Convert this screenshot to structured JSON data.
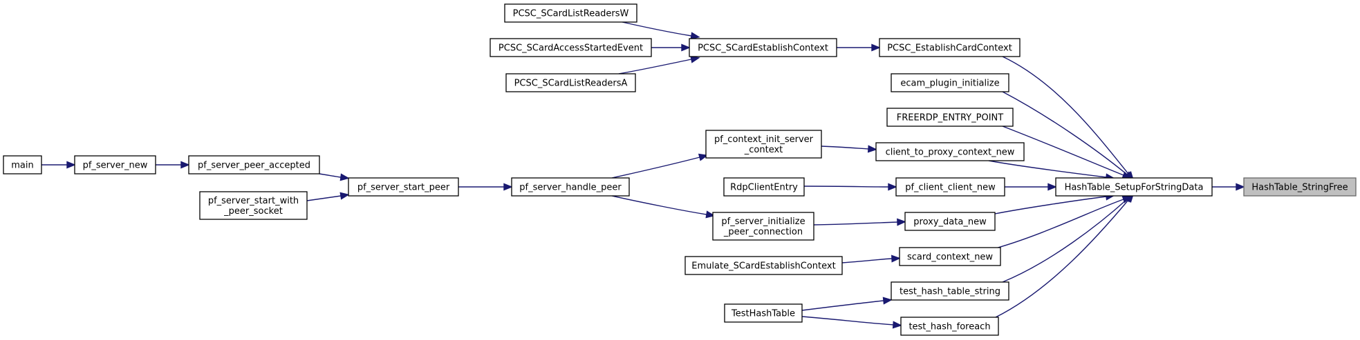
{
  "colors": {
    "edge": "#191970",
    "node_border": "#000000",
    "node_fill": "#ffffff",
    "focus_fill": "#bfbfbf",
    "focus_border": "#666666"
  },
  "graph": {
    "focus": "hashtable-stringfree",
    "nodes": [
      {
        "id": "hashtable-stringfree",
        "lines": [
          "HashTable_StringFree"
        ]
      },
      {
        "id": "hashtable-setupforstringdata",
        "lines": [
          "HashTable_SetupForStringData"
        ]
      },
      {
        "id": "pcsc-establishcardcontext",
        "lines": [
          "PCSC_EstablishCardContext"
        ]
      },
      {
        "id": "ecam-plugin-initialize",
        "lines": [
          "ecam_plugin_initialize"
        ]
      },
      {
        "id": "freerdp-entry-point",
        "lines": [
          "FREERDP_ENTRY_POINT"
        ]
      },
      {
        "id": "client-to-proxy-context-new",
        "lines": [
          "client_to_proxy_context_new"
        ]
      },
      {
        "id": "pf-client-client-new",
        "lines": [
          "pf_client_client_new"
        ]
      },
      {
        "id": "proxy-data-new",
        "lines": [
          "proxy_data_new"
        ]
      },
      {
        "id": "scard-context-new",
        "lines": [
          "scard_context_new"
        ]
      },
      {
        "id": "test-hash-table-string",
        "lines": [
          "test_hash_table_string"
        ]
      },
      {
        "id": "test-hash-foreach",
        "lines": [
          "test_hash_foreach"
        ]
      },
      {
        "id": "pcsc-scardestablishcontext",
        "lines": [
          "PCSC_SCardEstablishContext"
        ]
      },
      {
        "id": "pcsc-scardlistreadersw",
        "lines": [
          "PCSC_SCardListReadersW"
        ]
      },
      {
        "id": "pcsc-scardaccessstartedevent",
        "lines": [
          "PCSC_SCardAccessStartedEvent"
        ]
      },
      {
        "id": "pcsc-scardlistreadersa",
        "lines": [
          "PCSC_SCardListReadersA"
        ]
      },
      {
        "id": "pf-context-init-server-context",
        "lines": [
          "pf_context_init_server",
          "_context"
        ]
      },
      {
        "id": "rdpcliententry",
        "lines": [
          "RdpClientEntry"
        ]
      },
      {
        "id": "pf-server-initialize-peer-connection",
        "lines": [
          "pf_server_initialize",
          "_peer_connection"
        ]
      },
      {
        "id": "emulate-scardestablishcontext",
        "lines": [
          "Emulate_SCardEstablishContext"
        ]
      },
      {
        "id": "testhashtable",
        "lines": [
          "TestHashTable"
        ]
      },
      {
        "id": "pf-server-handle-peer",
        "lines": [
          "pf_server_handle_peer"
        ]
      },
      {
        "id": "pf-server-start-peer",
        "lines": [
          "pf_server_start_peer"
        ]
      },
      {
        "id": "pf-server-peer-accepted",
        "lines": [
          "pf_server_peer_accepted"
        ]
      },
      {
        "id": "pf-server-start-with-peer-socket",
        "lines": [
          "pf_server_start_with",
          "_peer_socket"
        ]
      },
      {
        "id": "pf-server-new",
        "lines": [
          "pf_server_new"
        ]
      },
      {
        "id": "main",
        "lines": [
          "main"
        ]
      }
    ],
    "edges": [
      {
        "from": "hashtable-setupforstringdata",
        "to": "hashtable-stringfree"
      },
      {
        "from": "pcsc-establishcardcontext",
        "to": "hashtable-setupforstringdata"
      },
      {
        "from": "ecam-plugin-initialize",
        "to": "hashtable-setupforstringdata"
      },
      {
        "from": "freerdp-entry-point",
        "to": "hashtable-setupforstringdata"
      },
      {
        "from": "client-to-proxy-context-new",
        "to": "hashtable-setupforstringdata"
      },
      {
        "from": "pf-client-client-new",
        "to": "hashtable-setupforstringdata"
      },
      {
        "from": "proxy-data-new",
        "to": "hashtable-setupforstringdata"
      },
      {
        "from": "scard-context-new",
        "to": "hashtable-setupforstringdata"
      },
      {
        "from": "test-hash-table-string",
        "to": "hashtable-setupforstringdata"
      },
      {
        "from": "test-hash-foreach",
        "to": "hashtable-setupforstringdata"
      },
      {
        "from": "pcsc-scardestablishcontext",
        "to": "pcsc-establishcardcontext"
      },
      {
        "from": "pcsc-scardlistreadersw",
        "to": "pcsc-scardestablishcontext"
      },
      {
        "from": "pcsc-scardaccessstartedevent",
        "to": "pcsc-scardestablishcontext"
      },
      {
        "from": "pcsc-scardlistreadersa",
        "to": "pcsc-scardestablishcontext"
      },
      {
        "from": "pf-context-init-server-context",
        "to": "client-to-proxy-context-new"
      },
      {
        "from": "rdpcliententry",
        "to": "pf-client-client-new"
      },
      {
        "from": "pf-server-initialize-peer-connection",
        "to": "proxy-data-new"
      },
      {
        "from": "emulate-scardestablishcontext",
        "to": "scard-context-new"
      },
      {
        "from": "testhashtable",
        "to": "test-hash-table-string"
      },
      {
        "from": "testhashtable",
        "to": "test-hash-foreach"
      },
      {
        "from": "pf-server-handle-peer",
        "to": "pf-context-init-server-context"
      },
      {
        "from": "pf-server-handle-peer",
        "to": "pf-server-initialize-peer-connection"
      },
      {
        "from": "pf-server-start-peer",
        "to": "pf-server-handle-peer"
      },
      {
        "from": "pf-server-peer-accepted",
        "to": "pf-server-start-peer"
      },
      {
        "from": "pf-server-start-with-peer-socket",
        "to": "pf-server-start-peer"
      },
      {
        "from": "pf-server-new",
        "to": "pf-server-peer-accepted"
      },
      {
        "from": "main",
        "to": "pf-server-new"
      }
    ]
  }
}
